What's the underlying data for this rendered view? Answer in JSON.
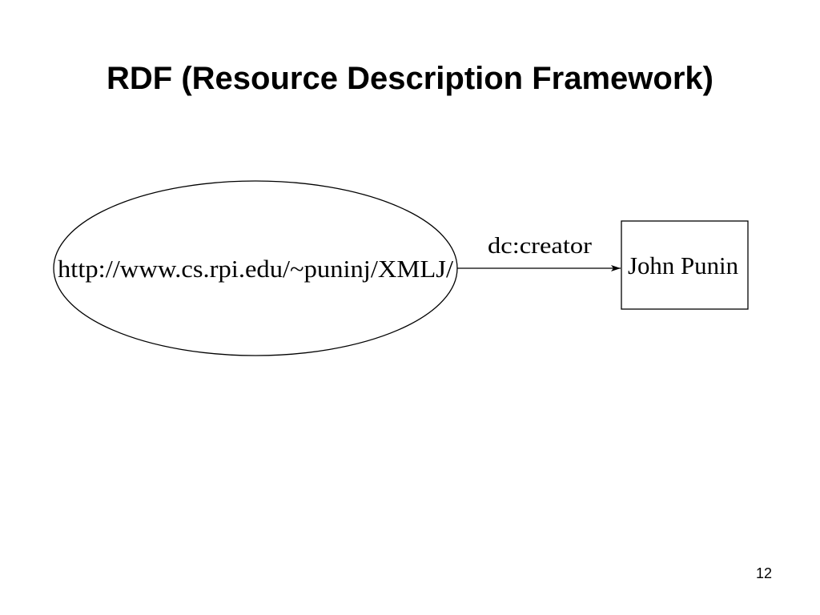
{
  "slide": {
    "title": "RDF (Resource Description Framework)",
    "number": "12"
  },
  "diagram": {
    "subject_node": {
      "shape": "ellipse",
      "label": "http://www.cs.rpi.edu/~puninj/XMLJ/"
    },
    "predicate_edge": {
      "label": "dc:creator",
      "direction": "subject-to-object"
    },
    "object_node": {
      "shape": "rectangle",
      "label": "John Punin"
    },
    "colors": {
      "background": "#ffffff",
      "stroke": "#000000",
      "text": "#000000"
    }
  }
}
